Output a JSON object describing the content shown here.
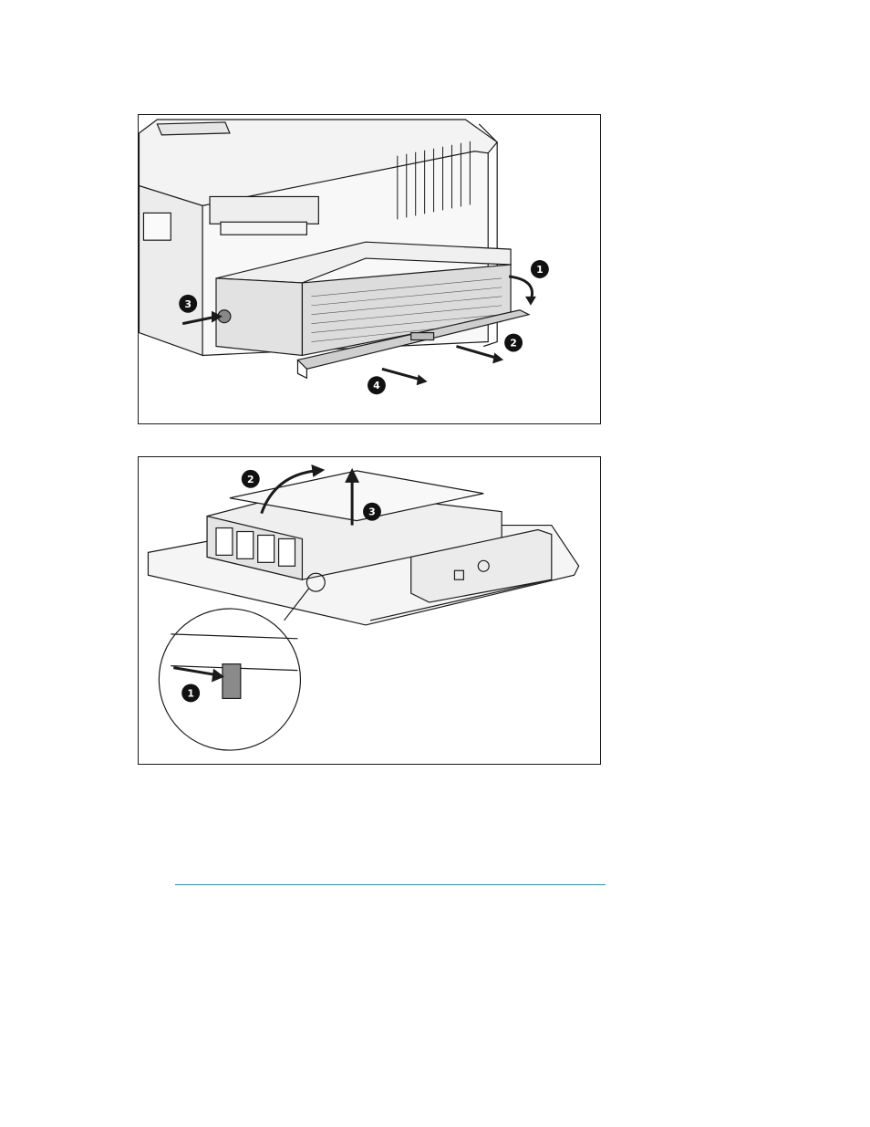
{
  "figures": [
    {
      "name": "remove-cage-from-chassis",
      "callouts": [
        "1",
        "2",
        "3",
        "4"
      ]
    },
    {
      "name": "remove-cage-cover",
      "callouts": [
        "1",
        "2",
        "3"
      ]
    }
  ],
  "colors": {
    "line_art": "#1a1a1a",
    "callout_fill": "#111111",
    "divider": "#2d8fb5"
  }
}
